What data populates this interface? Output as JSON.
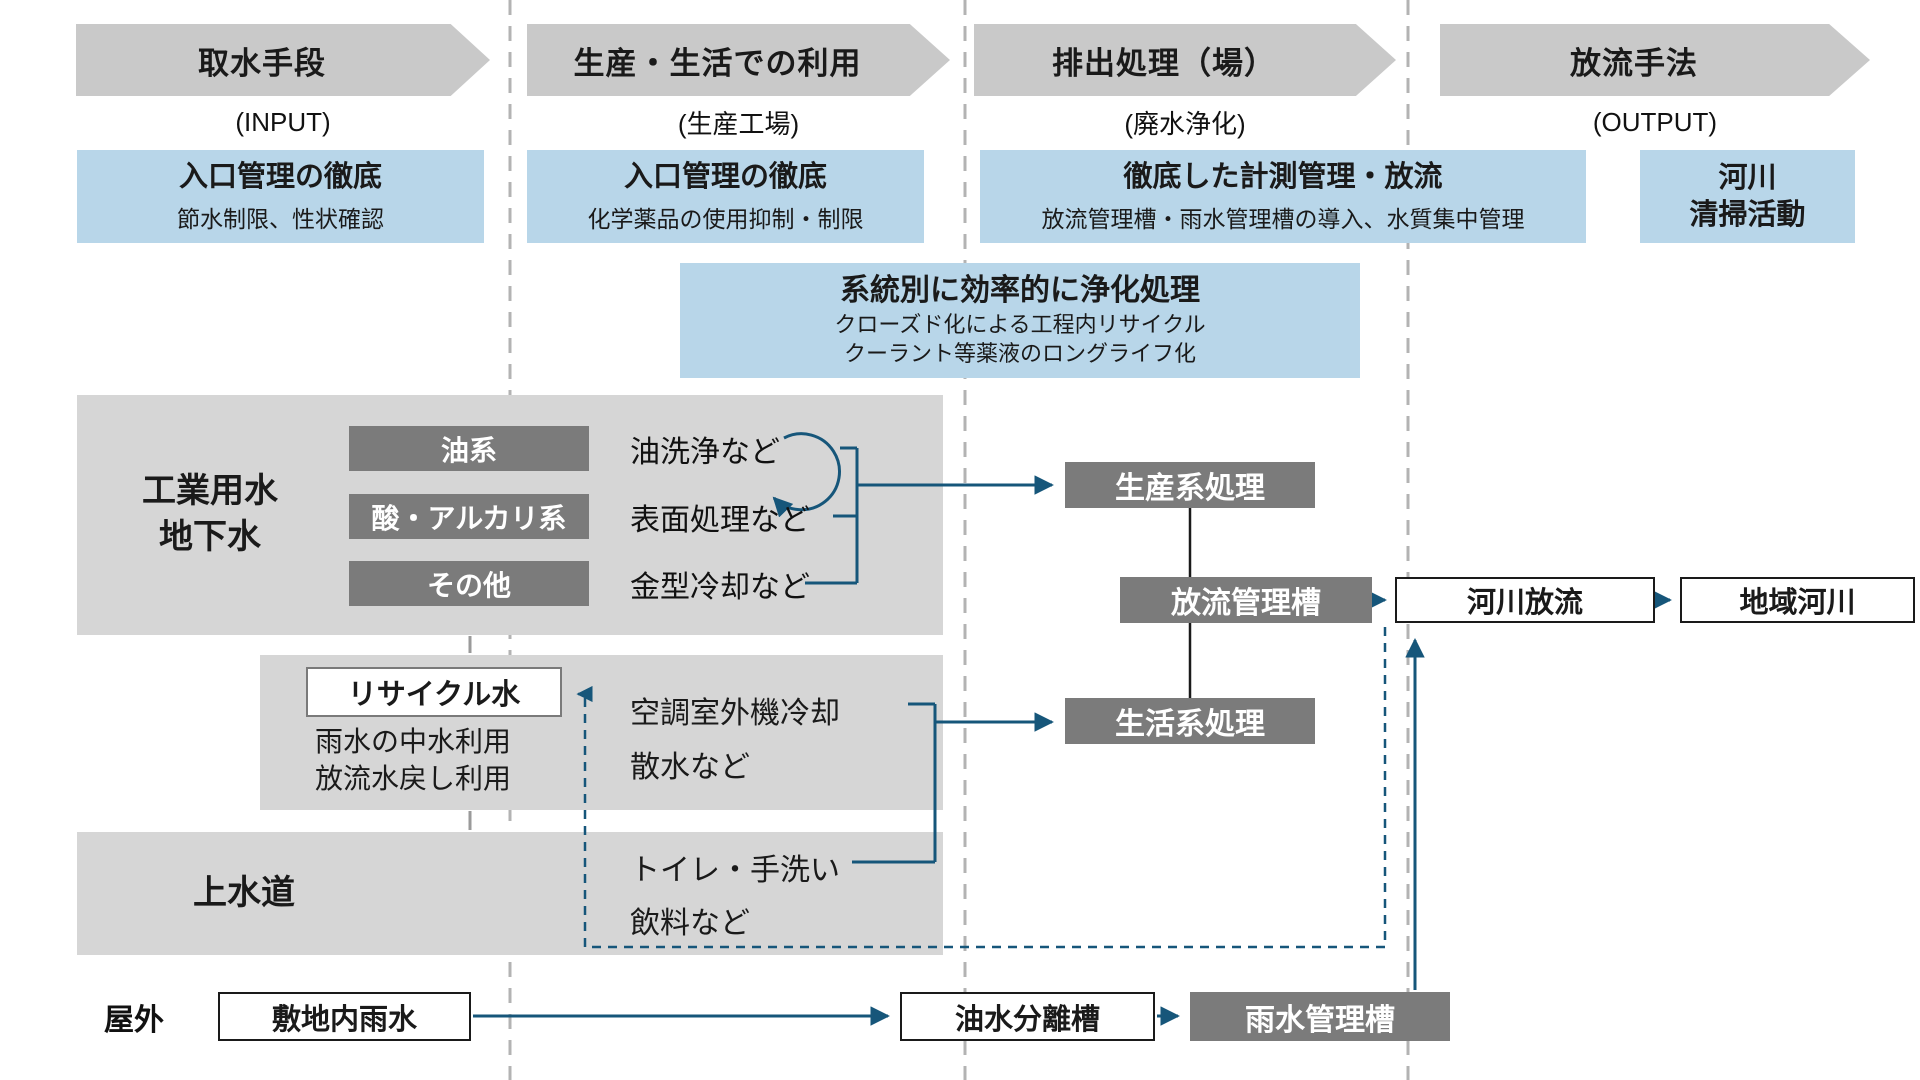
{
  "diagram_title": "water-flow-management-diagram",
  "columns": [
    {
      "header": "取水手段",
      "subtitle": "(INPUT)"
    },
    {
      "header": "生産・生活での利用",
      "subtitle": "(生産工場)"
    },
    {
      "header": "排出処理（場）",
      "subtitle": "(廃水浄化)"
    },
    {
      "header": "放流手法",
      "subtitle": "(OUTPUT)"
    }
  ],
  "policy_boxes": [
    {
      "title": "入口管理の徹底",
      "subtitle": "節水制限、性状確認"
    },
    {
      "title": "入口管理の徹底",
      "subtitle": "化学薬品の使用抑制・制限"
    },
    {
      "title": "徹底した計測管理・放流",
      "subtitle": "放流管理槽・雨水管理槽の導入、水質集中管理"
    },
    {
      "title": "河川\n清掃活動"
    }
  ],
  "purification_box": {
    "title": "系統別に効率的に浄化処理",
    "line1": "クローズド化による工程内リサイクル",
    "line2": "クーラント等薬液のロングライフ化"
  },
  "industrial_panel": {
    "label": "工業用水\n地下水",
    "rows": [
      {
        "category": "油系",
        "usage": "油洗浄など"
      },
      {
        "category": "酸・アルカリ系",
        "usage": "表面処理など"
      },
      {
        "category": "その他",
        "usage": "金型冷却など"
      }
    ]
  },
  "recycle_panel": {
    "box_label": "リサイクル水",
    "notes": "雨水の中水利用\n放流水戻し利用",
    "usage": "空調室外機冷却\n散水など"
  },
  "tap_panel": {
    "label": "上水道",
    "usage": "トイレ・手洗い\n飲料など"
  },
  "outdoor_row": {
    "label": "屋外",
    "rain_box": "敷地内雨水",
    "separator_box": "油水分離槽",
    "rain_tank_box": "雨水管理槽"
  },
  "process_boxes": {
    "production": "生産系処理",
    "domestic": "生活系処理",
    "discharge_tank": "放流管理槽",
    "river_discharge": "河川放流",
    "regional_river": "地域河川"
  },
  "colors": {
    "arrow_gray": "#c9c9c9",
    "policy_blue": "#b8d6e9",
    "panel_gray": "#d6d6d6",
    "category_dark_gray": "#7b7b7b",
    "flow_teal": "#16567a",
    "divider_gray": "#b3b3b3",
    "line_black": "#1a1a1a"
  }
}
